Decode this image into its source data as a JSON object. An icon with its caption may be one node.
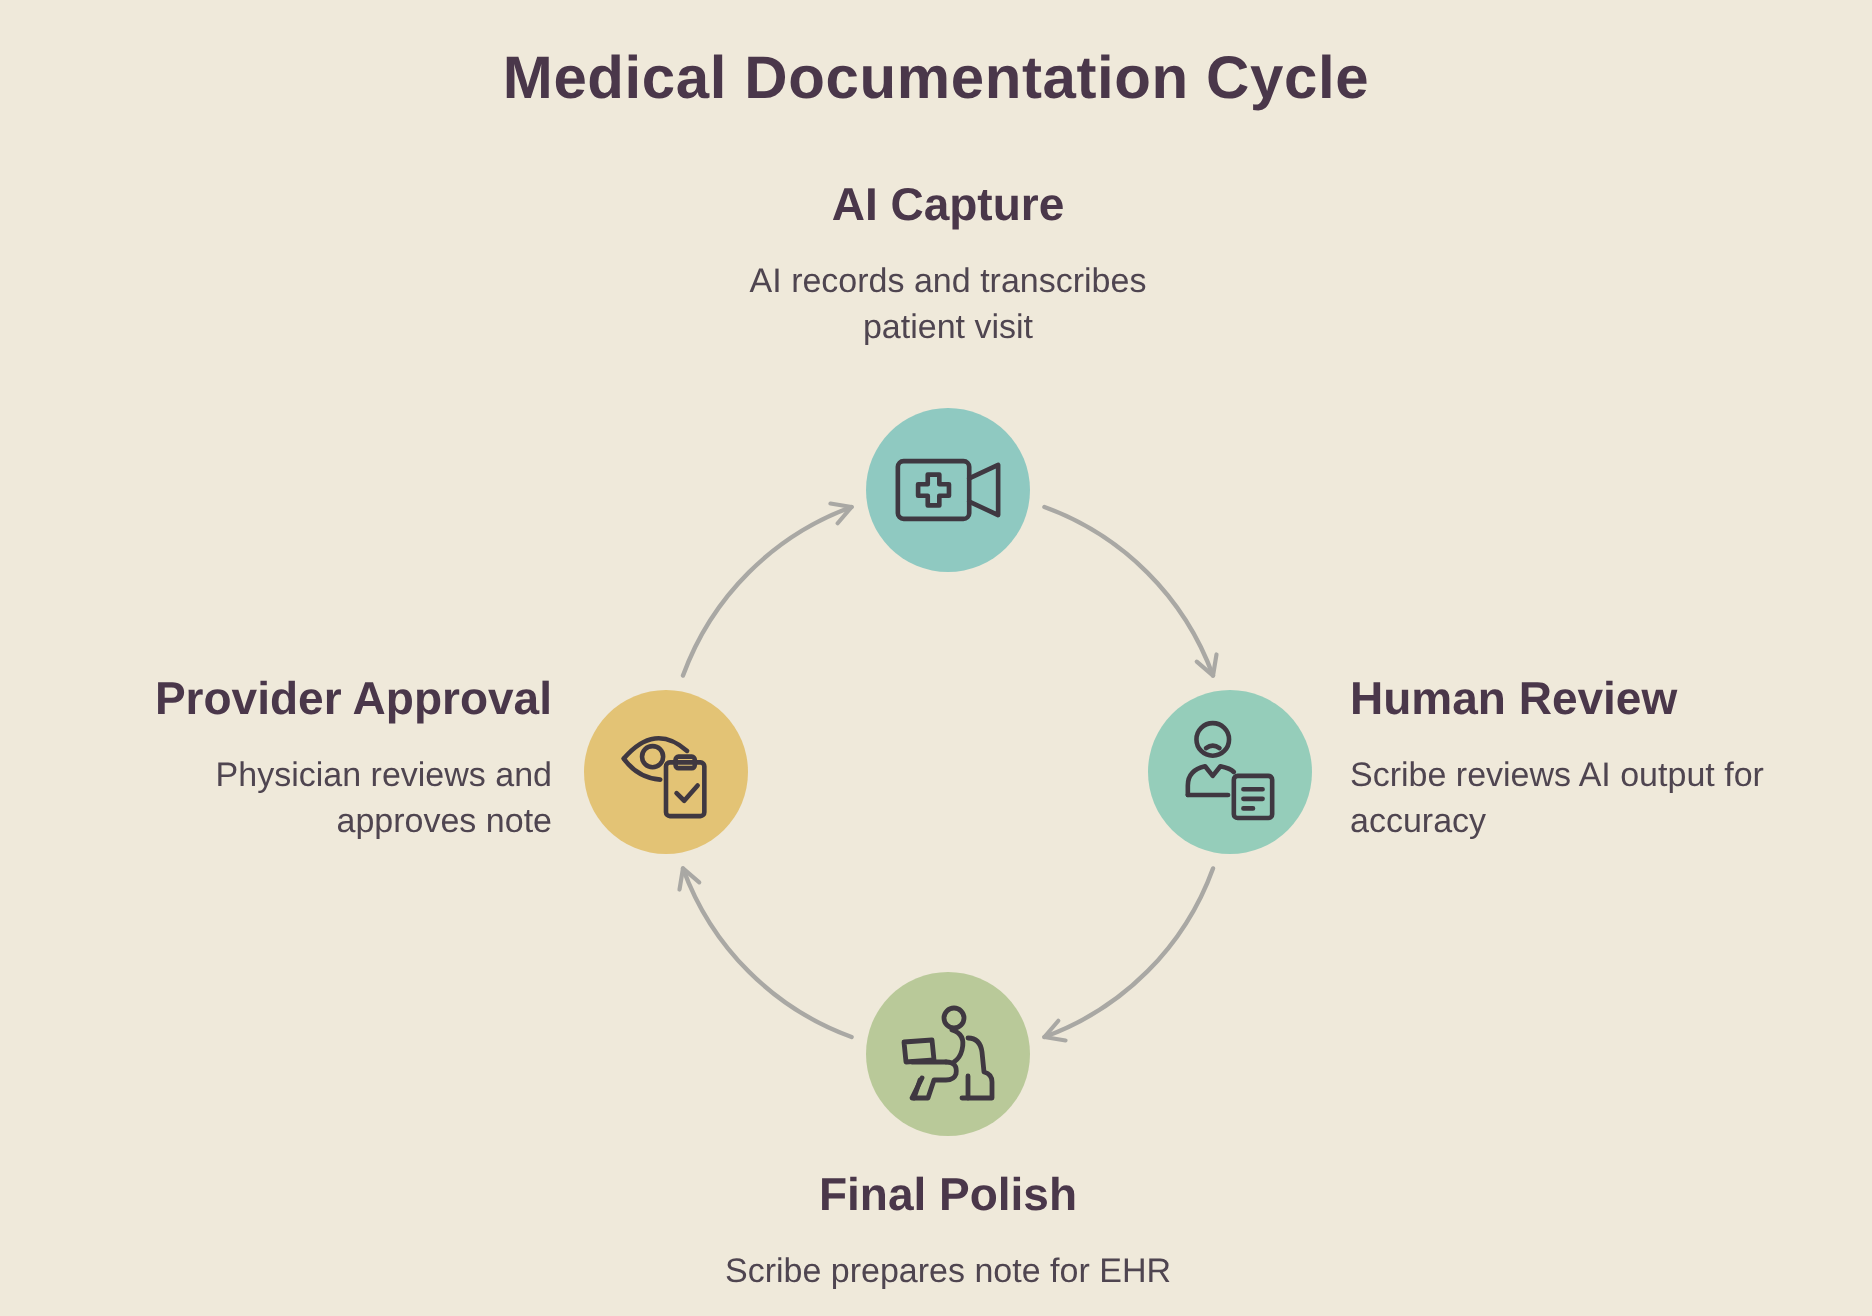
{
  "diagram": {
    "title": "Medical Documentation Cycle",
    "nodes": [
      {
        "text": [
          "AI Capture",
          "AI records and transcribes patient visit"
        ]
      },
      {
        "text": [
          "Human Review",
          "Scribe reviews AI output for accuracy"
        ]
      },
      {
        "text": [
          "Final Polish",
          "Scribe prepares note for EHR"
        ]
      },
      {
        "text": [
          "Provider Approval",
          "Physician reviews and approves note"
        ]
      }
    ],
    "edges": [
      {
        "from": 0,
        "to": 1,
        "arrow": "to"
      },
      {
        "from": 1,
        "to": 2,
        "arrow": "to"
      },
      {
        "from": 2,
        "to": 3,
        "arrow": "to"
      },
      {
        "from": 3,
        "to": 0,
        "arrow": "to"
      }
    ]
  }
}
